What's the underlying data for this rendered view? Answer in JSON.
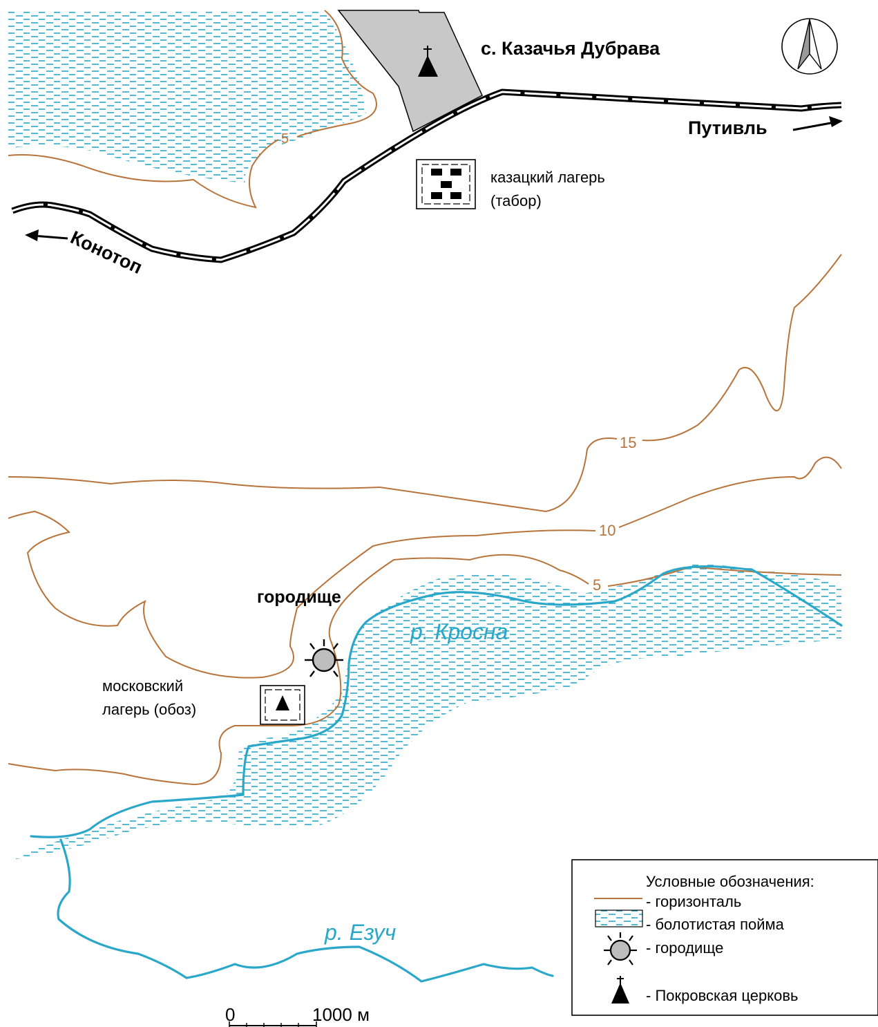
{
  "map": {
    "village_label": "с. Казачья Дубрава",
    "road_label_east": "Путивль",
    "road_label_west": "Конотоп",
    "cossack_camp_label_line1": "казацкий лагерь",
    "cossack_camp_label_line2": "(табор)",
    "hillfort_label": "городище",
    "moscow_camp_label_line1": "московский",
    "moscow_camp_label_line2": "лагерь (обоз)",
    "river_krosna_label": "р. Кросна",
    "river_yezuch_label": "р. Езуч",
    "contour_values": {
      "c5_north": "5",
      "c15": "15",
      "c10": "10",
      "c5_south": "5"
    }
  },
  "legend": {
    "title": "Условные обозначения:",
    "items": [
      {
        "symbol": "contour-line",
        "text": "- горизонталь"
      },
      {
        "symbol": "marsh-swatch",
        "text": "- болотистая пойма"
      },
      {
        "symbol": "hillfort-icon",
        "text": "- городище"
      },
      {
        "symbol": "church-icon",
        "text": "- Покровская церковь"
      }
    ]
  },
  "scale": {
    "zero_label": "0",
    "end_label": "1000 м"
  },
  "colors": {
    "contour": "#b8733a",
    "river": "#2aa7c9",
    "marsh_hatch": "#2aa7c9",
    "village_fill": "#c8c8c8",
    "text": "#000000"
  }
}
